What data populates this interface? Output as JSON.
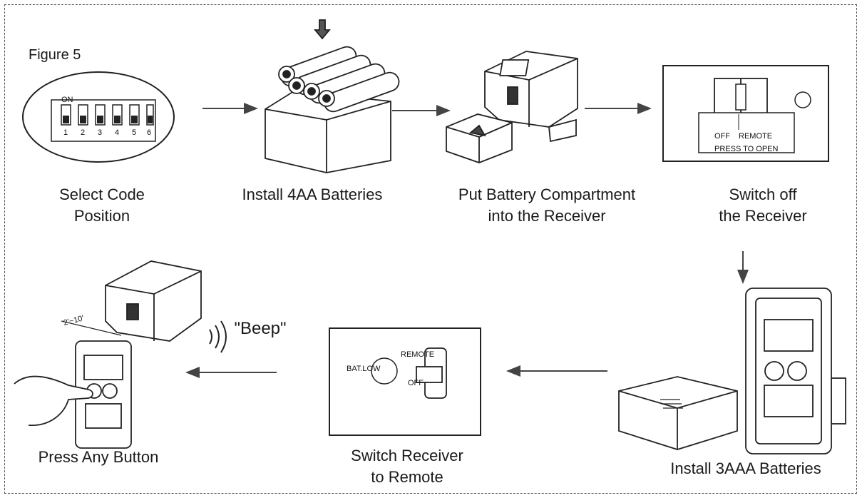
{
  "figure_label": "Figure 5",
  "steps": [
    {
      "line1": "Select Code",
      "line2": "Position"
    },
    {
      "line1": "Install 4AA Batteries"
    },
    {
      "line1": "Put Battery Compartment",
      "line2": "into the Receiver"
    },
    {
      "line1": "Switch off",
      "line2": "the Receiver"
    },
    {
      "line1": "Install 3AAA Batteries"
    },
    {
      "line1": "Switch Receiver",
      "line2": "to Remote"
    },
    {
      "line1": "Press Any Button"
    }
  ],
  "dip_switch": {
    "on_label": "ON",
    "numbers": [
      "1",
      "2",
      "3",
      "4",
      "5",
      "6"
    ]
  },
  "receiver_switch": {
    "off_label": "OFF",
    "remote_label": "REMOTE",
    "press_label": "PRESS TO OPEN"
  },
  "remote_switch": {
    "batlow_label": "BAT.LOW",
    "remote_label": "REMOTE",
    "off_label": "OFF"
  },
  "range_label": "2'~10'",
  "sound_label": "\"Beep\""
}
